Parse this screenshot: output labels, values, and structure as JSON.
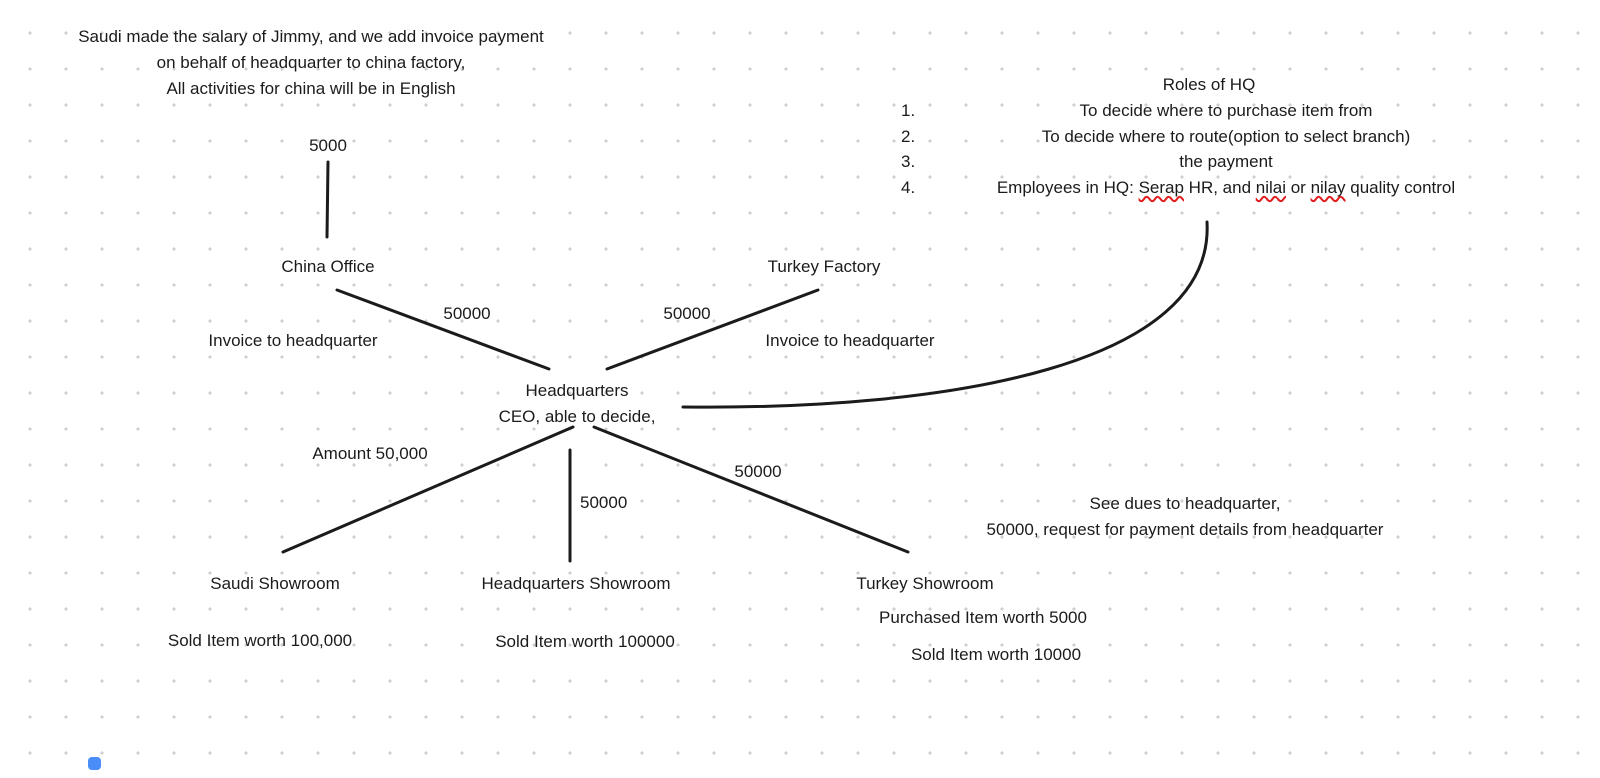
{
  "canvas": {
    "note_top_left": {
      "line1": "Saudi made the salary of Jimmy, and we add invoice payment",
      "line2": "on behalf of headquarter to china factory,",
      "line3": "All activities for china will be in English"
    },
    "roles": {
      "title": "Roles of HQ",
      "items": [
        {
          "num": "1.",
          "text": "To decide where to purchase item from"
        },
        {
          "num": "2.",
          "text": "To decide where to route(option to select branch)"
        },
        {
          "num": "3.",
          "text": "the payment"
        },
        {
          "num": "4.",
          "parts": {
            "p1": "Employees in HQ: ",
            "m1": "Serap",
            "p2": " HR, and ",
            "m2": "nilai",
            "p3": " or ",
            "m3": "nilay",
            "p4": " quality control"
          }
        }
      ]
    },
    "nodes": {
      "amount_5000": "5000",
      "china_office": "China Office",
      "turkey_factory": "Turkey Factory",
      "headquarters_line1": "Headquarters",
      "headquarters_line2": "CEO, able to decide,",
      "saudi_showroom": "Saudi Showroom",
      "hq_showroom": "Headquarters Showroom",
      "turkey_showroom": "Turkey Showroom"
    },
    "edge_labels": {
      "china_amount": "50000",
      "china_invoice": "Invoice to headquarter",
      "turkey_amount": "50000",
      "turkey_invoice": "Invoice to headquarter",
      "saudi_amount": "Amount 50,000",
      "hq_showroom_amount": "50000",
      "turkey_showroom_amount": "50000"
    },
    "notes": {
      "saudi_sold": "Sold Item worth 100,000",
      "hq_sold": "Sold Item worth 100000",
      "turkey_purchased": "Purchased Item worth 5000",
      "turkey_sold": "Sold Item worth 10000",
      "dues_line1": "See dues to headquarter,",
      "dues_line2": "50000, request for payment details from headquarter"
    },
    "colors": {
      "stroke": "#1b1b1b",
      "dot_grid": "#cfcfcf",
      "spellcheck_red": "#e01e1e",
      "scroll_handle_blue": "#4a8df8"
    }
  }
}
